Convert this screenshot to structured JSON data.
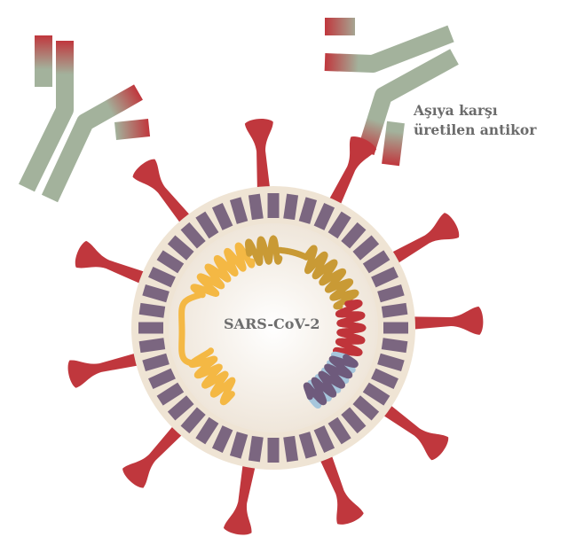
{
  "labels": {
    "antibody_line1": "Aşıya karşı",
    "antibody_line2": "üretilen antikor",
    "virus": "SARS-CoV-2"
  },
  "colors": {
    "spike": "#c0373d",
    "membrane": "#efe4d4",
    "protein": "#7b6680",
    "antibody": "#a3b29c",
    "rna_yellow": "#f4b844",
    "rna_mustard": "#c99a35",
    "rna_red": "#c0343a",
    "rna_purple": "#6e5a7c",
    "rna_blue": "#a6c6dc"
  }
}
